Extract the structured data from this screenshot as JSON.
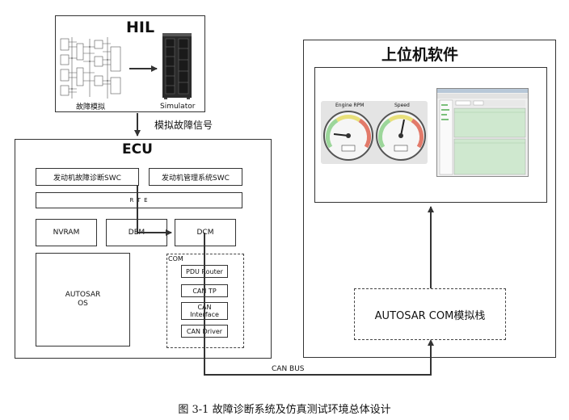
{
  "hil": {
    "title": "HIL",
    "fault_sim_label": "故障模拟",
    "simulator_label": "Simulator",
    "signal_label": "模拟故障信号"
  },
  "host": {
    "title": "上位机软件",
    "gauge_rpm_title": "Engine RPM",
    "gauge_speed_title": "Speed",
    "com_stack_label": "AUTOSAR COM模拟栈"
  },
  "ecu": {
    "title": "ECU",
    "swc_engine_diag": "发动机故障诊断SWC",
    "swc_engine_mgmt": "发动机管理系统SWC",
    "rte_label": "R T E",
    "nvram_label": "NVRAM",
    "dem_label": "DEM",
    "dcm_label": "DCM",
    "os_label_line1": "AUTOSAR",
    "os_label_line2": "OS",
    "com_title": "COM",
    "com_modules": [
      "PDU Router",
      "CAN TP",
      "CAN Interface",
      "CAN Driver"
    ]
  },
  "bus": {
    "label": "CAN BUS"
  },
  "caption": "图 3-1  故障诊断系统及仿真测试环境总体设计",
  "colors": {
    "line": "#333333",
    "gauge_green": "#9cd69a",
    "screen_green": "#cfe8cf"
  }
}
